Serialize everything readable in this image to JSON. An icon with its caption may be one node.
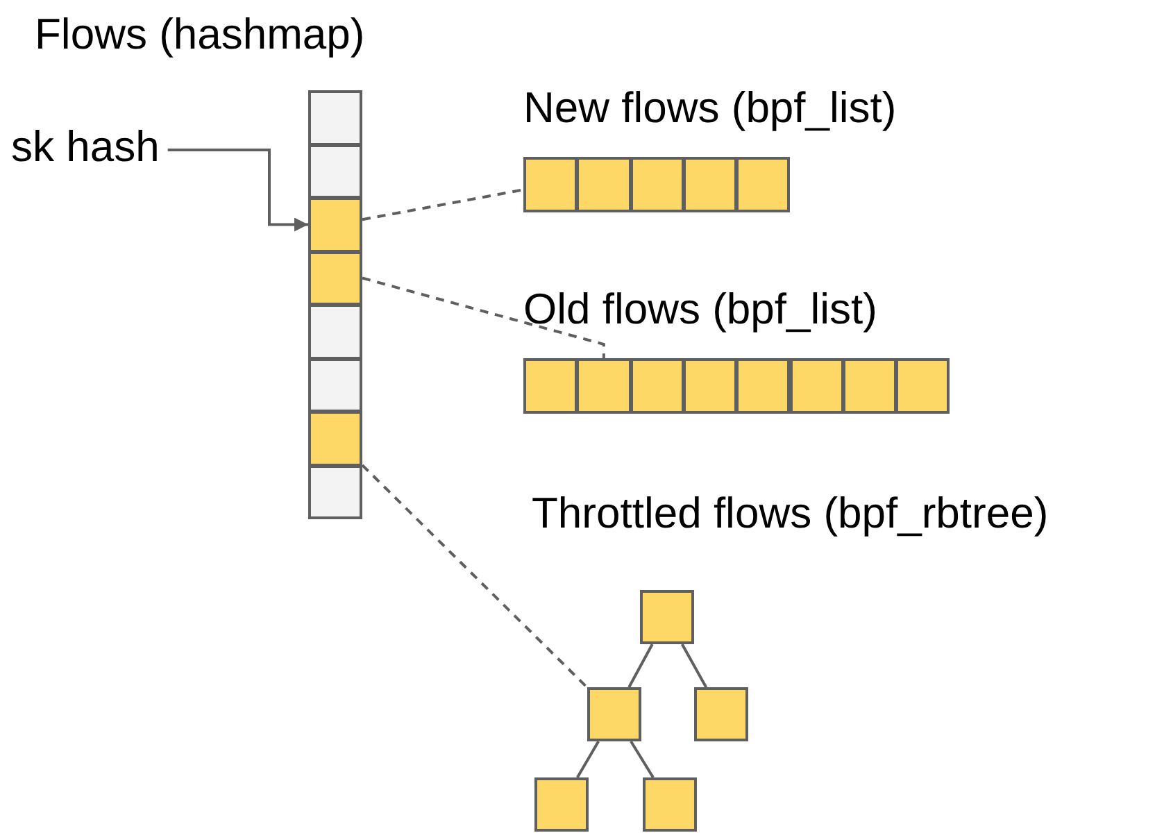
{
  "diagram": {
    "nodes": [
      {
        "text": [
          "Flows (hashmap)"
        ]
      },
      {
        "text": [],
        "shape": "box",
        "in": 0
      },
      {
        "text": [],
        "shape": "box",
        "in": 0
      },
      {
        "text": [],
        "shape": "box",
        "in": 0
      },
      {
        "text": [],
        "shape": "box",
        "in": 0
      },
      {
        "text": [],
        "shape": "box",
        "in": 0
      },
      {
        "text": [],
        "shape": "box",
        "in": 0
      },
      {
        "text": [],
        "shape": "box",
        "in": 0
      },
      {
        "text": [],
        "shape": "box",
        "in": 0
      },
      {
        "text": [
          "sk hash"
        ]
      },
      {
        "text": [
          "New flows (bpf_list)"
        ]
      },
      {
        "text": [],
        "shape": "box",
        "in": 10
      },
      {
        "text": [],
        "shape": "box",
        "in": 10
      },
      {
        "text": [],
        "shape": "box",
        "in": 10
      },
      {
        "text": [],
        "shape": "box",
        "in": 10
      },
      {
        "text": [],
        "shape": "box",
        "in": 10
      },
      {
        "text": [
          "Old flows (bpf_list)"
        ]
      },
      {
        "text": [],
        "shape": "box",
        "in": 16
      },
      {
        "text": [],
        "shape": "box",
        "in": 16
      },
      {
        "text": [],
        "shape": "box",
        "in": 16
      },
      {
        "text": [],
        "shape": "box",
        "in": 16
      },
      {
        "text": [],
        "shape": "box",
        "in": 16
      },
      {
        "text": [],
        "shape": "box",
        "in": 16
      },
      {
        "text": [],
        "shape": "box",
        "in": 16
      },
      {
        "text": [],
        "shape": "box",
        "in": 16
      },
      {
        "text": [
          "Throttled flows (bpf_rbtree)"
        ]
      },
      {
        "text": [],
        "shape": "box",
        "in": 25
      },
      {
        "text": [],
        "shape": "box",
        "in": 25
      },
      {
        "text": [],
        "shape": "box",
        "in": 25
      },
      {
        "text": [],
        "shape": "box",
        "in": 25
      },
      {
        "text": [],
        "shape": "box",
        "in": 25
      }
    ],
    "edges": [
      {
        "from": 9,
        "to": 3,
        "arrow": "to"
      },
      {
        "from": 3,
        "to": 11,
        "arrow": "none",
        "style": "dashed"
      },
      {
        "from": 4,
        "to": 18,
        "arrow": "none",
        "style": "dashed"
      },
      {
        "from": 7,
        "to": 27,
        "arrow": "none",
        "style": "dashed"
      },
      {
        "from": 26,
        "to": 27,
        "arrow": "none"
      },
      {
        "from": 26,
        "to": 28,
        "arrow": "none"
      },
      {
        "from": 27,
        "to": 29,
        "arrow": "none"
      },
      {
        "from": 27,
        "to": 30,
        "arrow": "none"
      }
    ]
  }
}
